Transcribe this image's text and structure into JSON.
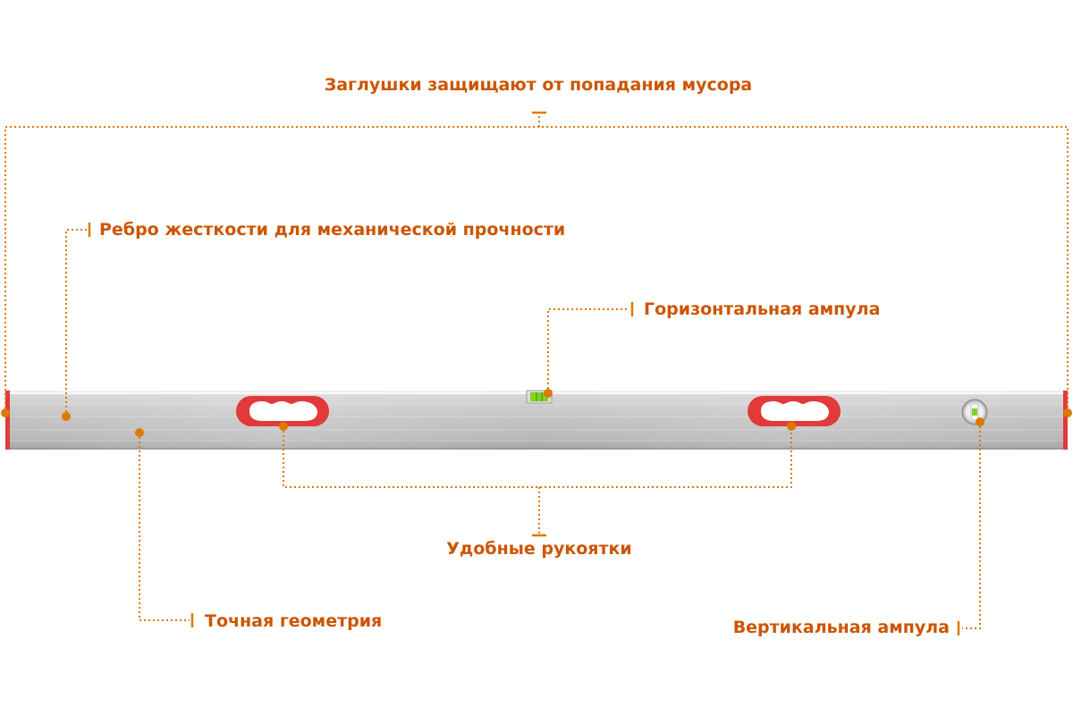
{
  "colors": {
    "accent": "#e07800",
    "label": "#cc5500",
    "cap_red": "#e23a3a",
    "bubble_green": "#7ed321"
  },
  "callouts": {
    "end_caps": "Заглушки защищают от попадания мусора",
    "stiffening_rib": "Ребро жесткости для механической прочности",
    "horizontal_vial": "Горизонтальная ампула",
    "handles": "Удобные рукоятки",
    "precise_geometry": "Точная геометрия",
    "vertical_vial": "Вертикальная ампула"
  }
}
